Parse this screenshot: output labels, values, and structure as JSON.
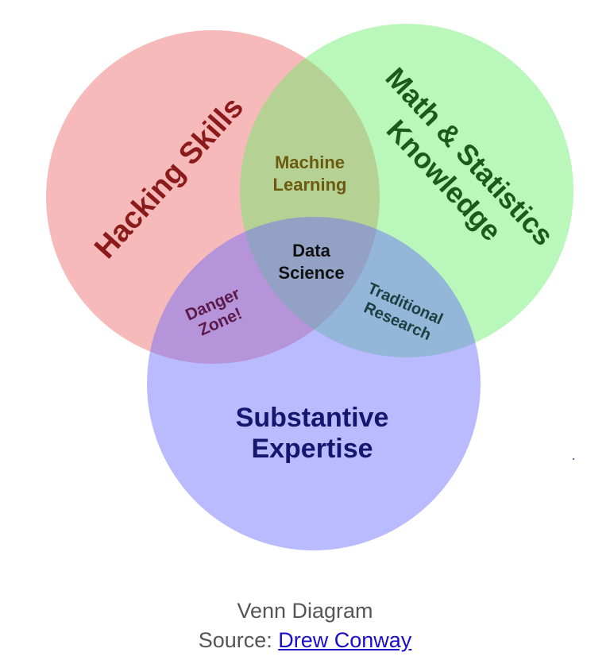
{
  "diagram": {
    "sets": [
      {
        "label": "Hacking Skills",
        "color": "#ee6666",
        "text_color": "#8b1a1a"
      },
      {
        "label_line1": "Math & Statistics",
        "label_line2": "Knowledge",
        "color": "#66ee66",
        "text_color": "#1a5a1a"
      },
      {
        "label_line1": "Substantive",
        "label_line2": "Expertise",
        "color": "#6666ff",
        "text_color": "#16166e"
      }
    ],
    "intersections": {
      "machine_learning": {
        "line1": "Machine",
        "line2": "Learning",
        "color": "#6b5a10"
      },
      "danger_zone": {
        "line1": "Danger",
        "line2": "Zone!",
        "color": "#5a1a4a"
      },
      "traditional_research": {
        "line1": "Traditional",
        "line2": "Research",
        "color": "#1a4040"
      },
      "data_science": {
        "line1": "Data",
        "line2": "Science",
        "color": "#111111"
      }
    }
  },
  "caption": {
    "title": "Venn Diagram",
    "source_prefix": "Source: ",
    "source_link": "Drew Conway"
  }
}
